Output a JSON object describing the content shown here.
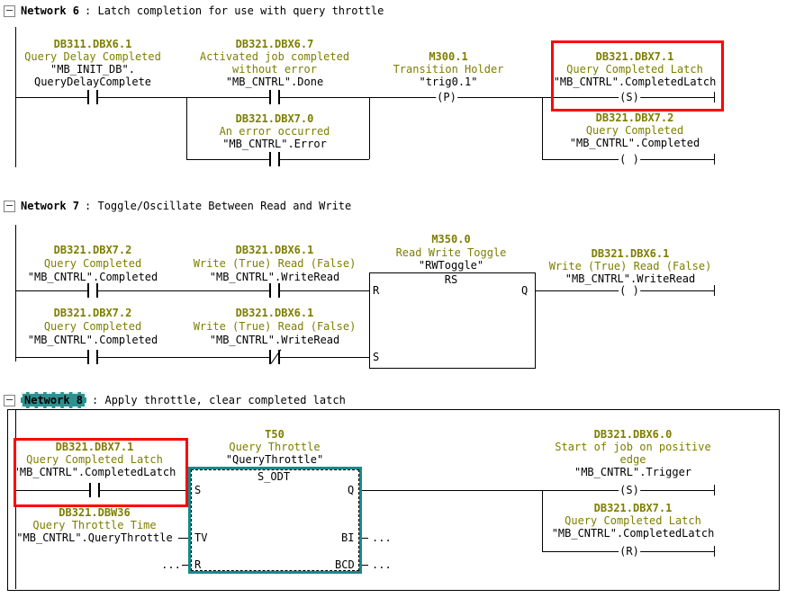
{
  "colors": {
    "operand_olive": "#7e7e00",
    "highlight_red": "#ff0000",
    "selection_teal": "#2e9090",
    "line_black": "#000000"
  },
  "coils": {
    "s": "(S)",
    "r": "(R)",
    "p": "(P)",
    "blank": "( )"
  },
  "dots": "...",
  "n6": {
    "label": "Network 6",
    "title": ": Latch completion for use with query throttle",
    "c1": {
      "address": "DB311.DBX6.1",
      "comment": "Query Delay Completed",
      "symbol1": "\"MB_INIT_DB\".",
      "symbol2": "QueryDelayComplete"
    },
    "c2": {
      "address": "DB321.DBX6.7",
      "comment1": "Activated job completed",
      "comment2": "without error",
      "symbol": "\"MB_CNTRL\".Done"
    },
    "branch": {
      "address": "DB321.DBX7.0",
      "comment": "An error occurred",
      "symbol": "\"MB_CNTRL\".Error"
    },
    "c3": {
      "address": "M300.1",
      "comment": "Transition Holder",
      "symbol": "\"trig0.1\""
    },
    "c4": {
      "address": "DB321.DBX7.1",
      "comment": "Query Completed Latch",
      "symbol": "\"MB_CNTRL\".CompletedLatch"
    },
    "c5": {
      "address": "DB321.DBX7.2",
      "comment": "Query Completed",
      "symbol": "\"MB_CNTRL\".Completed"
    }
  },
  "n7": {
    "label": "Network 7",
    "title": ": Toggle/Oscillate Between Read and Write",
    "r1c1": {
      "address": "DB321.DBX7.2",
      "comment": "Query Completed",
      "symbol": "\"MB_CNTRL\".Completed"
    },
    "r1c2": {
      "address": "DB321.DBX6.1",
      "comment": "Write (True) Read (False)",
      "symbol": "\"MB_CNTRL\".WriteRead"
    },
    "r2c1": {
      "address": "DB321.DBX7.2",
      "comment": "Query Completed",
      "symbol": "\"MB_CNTRL\".Completed"
    },
    "r2c2": {
      "address": "DB321.DBX6.1",
      "comment": "Write (True) Read (False)",
      "symbol": "\"MB_CNTRL\".WriteRead"
    },
    "block": {
      "address": "M350.0",
      "comment": "Read Write Toggle",
      "symbol": "\"RWToggle\"",
      "type": "RS",
      "r": "R",
      "s": "S",
      "q": "Q"
    },
    "out": {
      "address": "DB321.DBX6.1",
      "comment": "Write (True) Read (False)",
      "symbol": "\"MB_CNTRL\".WriteRead"
    }
  },
  "n8": {
    "label": "Network 8",
    "title": ": Apply throttle, clear completed latch",
    "c1": {
      "address": "DB321.DBX7.1",
      "comment": "Query Completed Latch",
      "symbol": "\"MB_CNTRL\".CompletedLatch"
    },
    "timer": {
      "address": "T50",
      "comment": "Query Throttle",
      "symbol": "\"QueryThrottle\"",
      "type": "S_ODT",
      "s": "S",
      "tv": "TV",
      "r": "R",
      "q": "Q",
      "bi": "BI",
      "bcd": "BCD"
    },
    "tv": {
      "address": "DB321.DBW36",
      "comment": "Query Throttle Time",
      "symbol": "\"MB_CNTRL\".QueryThrottle"
    },
    "set": {
      "address": "DB321.DBX6.0",
      "comment1": "Start of job on positive",
      "comment2": "edge",
      "symbol": "\"MB_CNTRL\".Trigger"
    },
    "reset": {
      "address": "DB321.DBX7.1",
      "comment": "Query Completed Latch",
      "symbol": "\"MB_CNTRL\".CompletedLatch"
    }
  }
}
